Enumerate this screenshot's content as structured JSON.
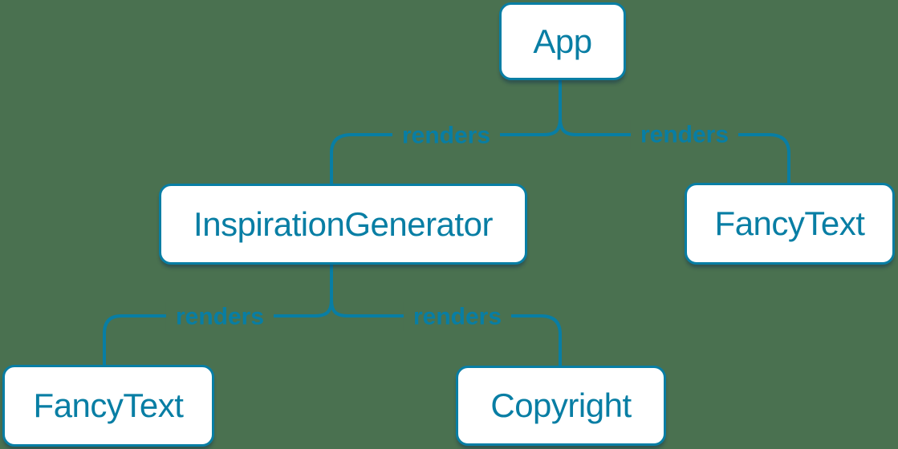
{
  "diagram": {
    "type": "tree",
    "relations": [
      {
        "parent": "App",
        "child": "InspirationGenerator",
        "label": "renders"
      },
      {
        "parent": "App",
        "child": "FancyText",
        "label": "renders"
      },
      {
        "parent": "InspirationGenerator",
        "child": "FancyText",
        "label": "renders"
      },
      {
        "parent": "InspirationGenerator",
        "child": "Copyright",
        "label": "renders"
      }
    ]
  },
  "nodes": {
    "app": {
      "label": "App"
    },
    "inspirationGenerator": {
      "label": "InspirationGenerator"
    },
    "fancyTextRight": {
      "label": "FancyText"
    },
    "fancyTextLeft": {
      "label": "FancyText"
    },
    "copyright": {
      "label": "Copyright"
    }
  },
  "edges": {
    "appToInspirationGenerator": {
      "label": "renders"
    },
    "appToFancyText": {
      "label": "renders"
    },
    "inspirationGeneratorToFancyText": {
      "label": "renders"
    },
    "inspirationGeneratorToCopyright": {
      "label": "renders"
    }
  },
  "colors": {
    "background": "#4A7150",
    "accent": "#087EA4",
    "node_fill": "#FFFFFF"
  }
}
